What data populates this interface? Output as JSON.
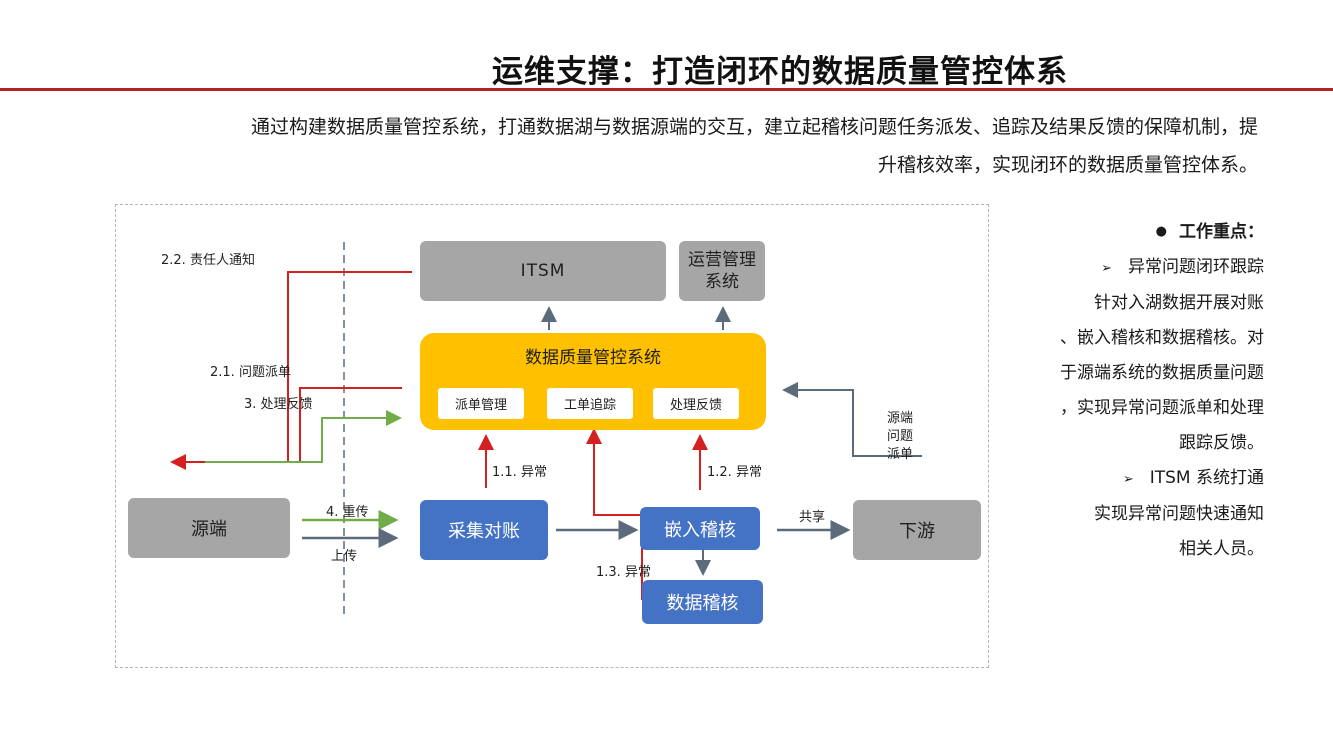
{
  "header": {
    "title": "运维支撑：打造闭环的数据质量管控体系"
  },
  "intro": {
    "line1": "通过构建数据质量管控系统，打通数据湖与数据源端的交互，建立起稽核问题任务派发、追踪及结果反馈的保障机制，提",
    "line2": "升稽核效率，实现闭环的数据质量管控体系。"
  },
  "diagram": {
    "boxes": {
      "itsm": "ITSM",
      "ops_mgmt": "运营管理系统",
      "dq_system": "数据质量管控系统",
      "dispatch_mgmt": "派单管理",
      "ticket_tracking": "工单追踪",
      "handling_feedback": "处理反馈",
      "source": "源端",
      "collect_reconcile": "采集对账",
      "embedded_audit": "嵌入稽核",
      "data_audit": "数据稽核",
      "downstream": "下游"
    },
    "labels": {
      "owner_notify": "2.2. 责任人通知",
      "issue_dispatch": "2.1. 问题派单",
      "handling_feedback": "3. 处理反馈",
      "reupload": "4. 重传",
      "upload": "上传",
      "anomaly_1": "1.1. 异常",
      "anomaly_2": "1.2. 异常",
      "anomaly_3": "1.3. 异常",
      "share": "共享",
      "source_dispatch": [
        "源端",
        "问题",
        "派单"
      ]
    },
    "colors": {
      "red_arrow": "#d42020",
      "green_arrow": "#70ad47",
      "gray_arrow": "#5b6b7b",
      "yellow": "#ffc000",
      "blue": "#4472c4",
      "gray": "#a6a6a6"
    }
  },
  "side_panel": {
    "heading": "工作重点：",
    "items": [
      {
        "bullet": "➢",
        "lines": [
          "异常问题闭环跟踪",
          "针对入湖数据开展对账",
          "、嵌入稽核和数据稽核。对",
          "于源端系统的数据质量问题",
          "，实现异常问题派单和处理",
          "跟踪反馈。"
        ]
      },
      {
        "bullet": "➢",
        "lines": [
          "ITSM 系统打通",
          "实现异常问题快速通知",
          "相关人员。"
        ]
      }
    ]
  }
}
